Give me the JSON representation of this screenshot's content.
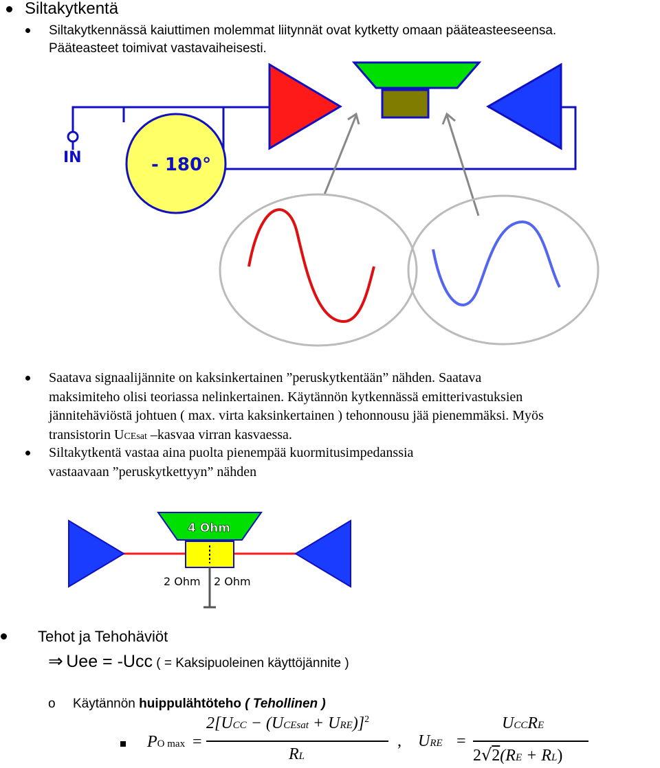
{
  "title": "Siltakytkentä",
  "bullet1": {
    "line1": "Siltakytkennässä kaiuttimen molemmat liitynnät ovat kytketty omaan pääteasteeseensa.",
    "line2": "Pääteasteet toimivat vastavaiheisesti."
  },
  "diagram1": {
    "in_label": "IN",
    "phase_label": "- 180°"
  },
  "bullet2": {
    "line1": "Saatava signaalijännite on kaksinkertainen ”peruskytkentään” nähden. Saatava",
    "line2": "maksimiteho olisi teoriassa nelinkertainen. Käytännön kytkennässä emitterivastuksien",
    "line3": "jännitehäviöstä johtuen ( max. virta kaksinkertainen ) tehonnousu jää pienemmäksi. Myös",
    "line4_a": "transistorin ",
    "line4_u": "U",
    "line4_sub": "CEsat",
    "line4_b": " –kasvaa virran kasvaessa."
  },
  "bullet3": {
    "line1": "Siltakytkentä vastaa aina puolta pienempää kuormitusimpedanssia",
    "line2": "vastaavaan ”peruskytkettyyn” nähden"
  },
  "diagram2": {
    "speaker_label": "4 Ohm",
    "left_half_label": "2 Ohm",
    "right_half_label": "2 Ohm"
  },
  "section": {
    "heading": "Tehot ja Tehohäviöt",
    "arrow": "⇒",
    "uee_text": "Uee = -Ucc",
    "uee_note": " ( = Kaksipuoleinen käyttöjännite )",
    "sub_marker": "o",
    "practical_a": "Käytännön ",
    "practical_b": "huippulähtöteho",
    "practical_c": " ( Tehollinen )"
  },
  "formula": {
    "p_symbol": "P",
    "p_sub": "O max",
    "equals": "=",
    "numerator": "2[U",
    "num_sub_cc": "CC",
    "num_mid": " − (U",
    "num_sub_cesat": "CEsat",
    "num_plus": " + U",
    "num_sub_re": "RE",
    "num_end": ")]",
    "num_sup": "2",
    "denominator": "R",
    "den_sub": "L",
    "comma": ",",
    "ure_symbol": "U",
    "ure_sub": "RE",
    "equals2": "=",
    "num2": "U",
    "num2_sub1": "CC",
    "num2_r": "R",
    "num2_sub2": "E",
    "den2_a": "2",
    "den2_root": "2",
    "den2_b": "(R",
    "den2_sub1": "E",
    "den2_plus": " + R",
    "den2_sub2": "L",
    "den2_end": ")"
  },
  "colors": {
    "amp_left": "#ff1a1a",
    "amp_right": "#1a3cff",
    "speaker_cone": "#00e000",
    "speaker_magnet": "#807c00",
    "speaker_magnet_2": "#ffff00",
    "phase_circle": "#ffff66",
    "wire": "#1010c0",
    "wave_red": "#dd1111",
    "wave_blue": "#5566ee"
  }
}
